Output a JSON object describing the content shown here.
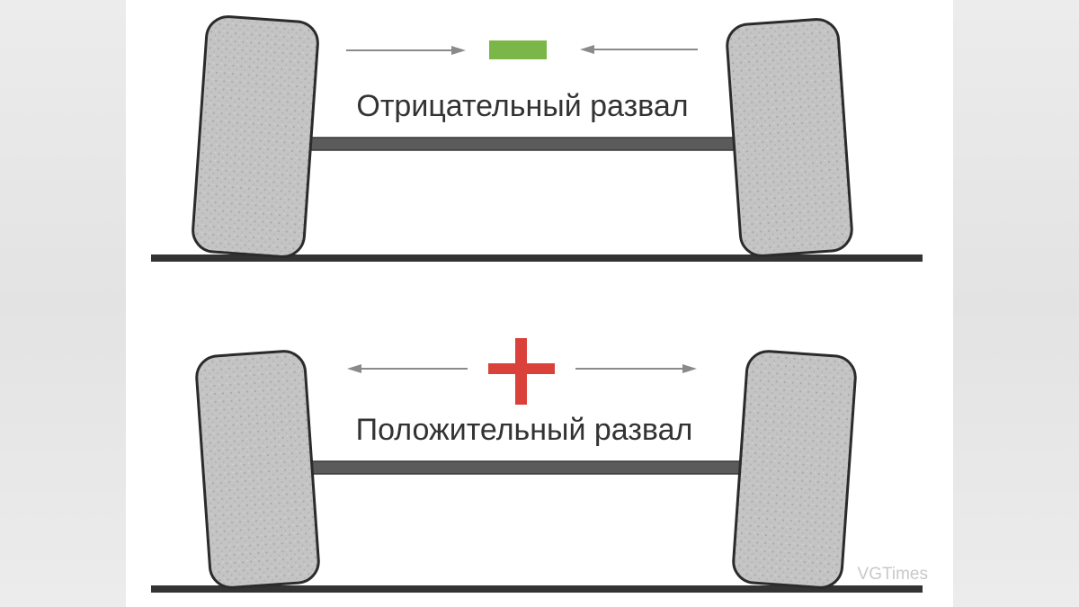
{
  "diagram": {
    "negative_camber": {
      "label": "Отрицательный развал",
      "sign": "minus",
      "sign_color": "#7ab648",
      "arrows": "pointing inward"
    },
    "positive_camber": {
      "label": "Положительный развал",
      "sign": "plus",
      "sign_color": "#d9413a",
      "arrows": "pointing outward"
    },
    "colors": {
      "tire_fill": "#c4c4c4",
      "tire_outline": "#2b2b2b",
      "ground": "#333333",
      "axle": "#5b5b5b",
      "arrow": "#8a8a8a"
    }
  },
  "watermark": "VGTimes"
}
